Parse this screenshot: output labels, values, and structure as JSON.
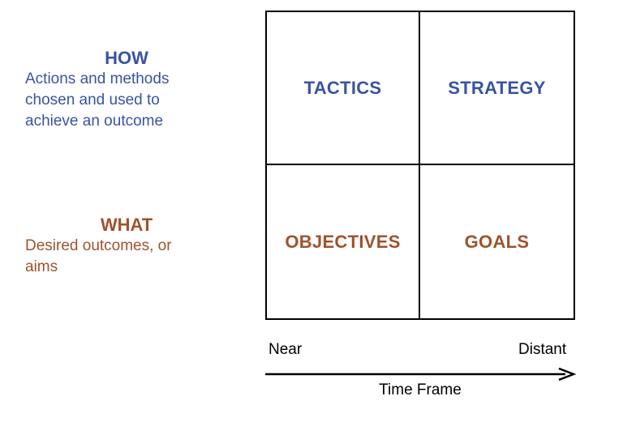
{
  "rows": {
    "how": {
      "heading": "HOW",
      "description": "Actions and methods\nchosen and used to\nachieve an outcome"
    },
    "what": {
      "heading": "WHAT",
      "description": "Desired outcomes, or\naims"
    }
  },
  "matrix": {
    "top_left": "TACTICS",
    "top_right": "STRATEGY",
    "bottom_left": "OBJECTIVES",
    "bottom_right": "GOALS"
  },
  "axis": {
    "start_label": "Near",
    "end_label": "Distant",
    "title": "Time Frame"
  },
  "colors": {
    "how": "#3953a4",
    "what": "#a0522d",
    "lines": "#000000"
  }
}
